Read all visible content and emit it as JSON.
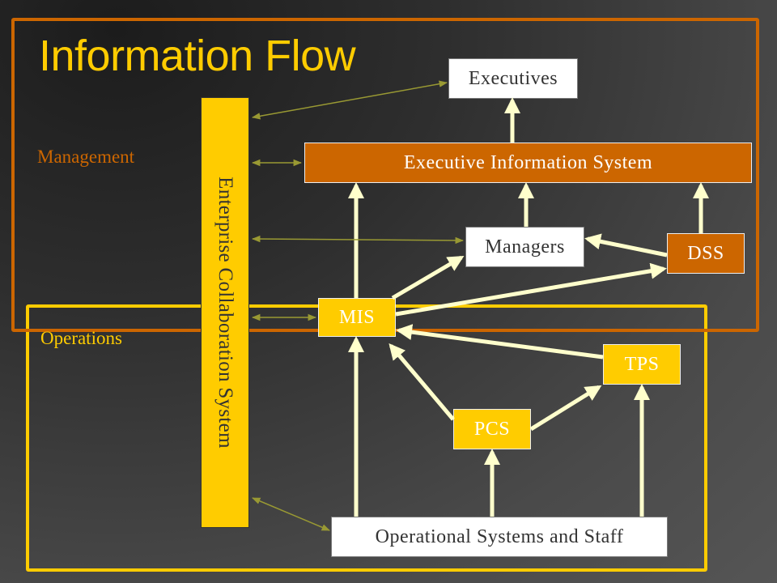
{
  "title": "Information Flow",
  "regions": {
    "management": "Management",
    "operations": "Operations"
  },
  "nodes": {
    "executives": "Executives",
    "eis": "Executive Information System",
    "managers": "Managers",
    "dss": "DSS",
    "mis": "MIS",
    "tps": "TPS",
    "pcs": "PCS",
    "operational": "Operational Systems and Staff",
    "ecs": "Enterprise Collaboration System"
  },
  "colors": {
    "management_frame": "#cc6600",
    "operations_frame": "#ffcc00",
    "flow_arrow": "#ffffcc",
    "collab_arrow": "#999933",
    "title": "#ffcc00"
  }
}
